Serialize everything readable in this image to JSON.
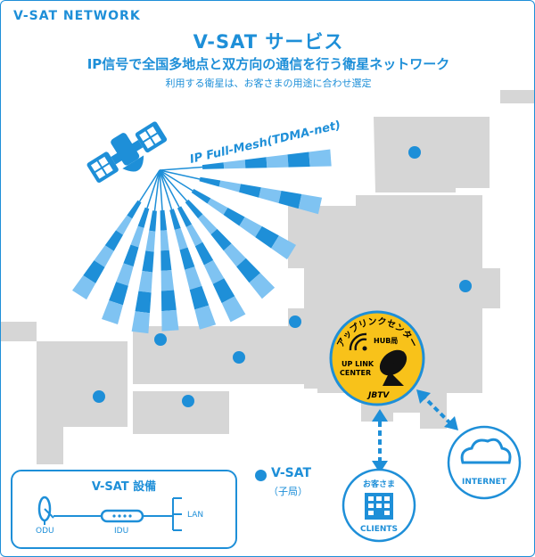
{
  "header": {
    "network_label": "V-SAT NETWORK",
    "title": "V-SAT サービス",
    "subtitle": "IP信号で全国多地点と双方向の通信を行う衛星ネットワーク",
    "caption": "利用する衛星は、お客さまの用途に合わせ選定"
  },
  "beam": {
    "label": "IP Full-Mesh(TDMA-net)"
  },
  "hub": {
    "arc_text": "アップリンクセンター",
    "badge": "HUB局",
    "line1": "UP LINK",
    "line2": "CENTER",
    "brand": "JBTV"
  },
  "legend": {
    "title": "V-SAT",
    "sub": "（子局）"
  },
  "clients": {
    "top_label": "お客さま",
    "label": "CLIENTS"
  },
  "internet": {
    "label": "INTERNET"
  },
  "equipment": {
    "title": "V-SAT 設備",
    "odu": "ODU",
    "idu": "IDU",
    "lan": "LAN"
  },
  "colors": {
    "accent": "#1e8fd8",
    "beam_light": "#7fc3f2",
    "land": "#d6d6d6",
    "hub_yellow": "#f8c21a"
  }
}
